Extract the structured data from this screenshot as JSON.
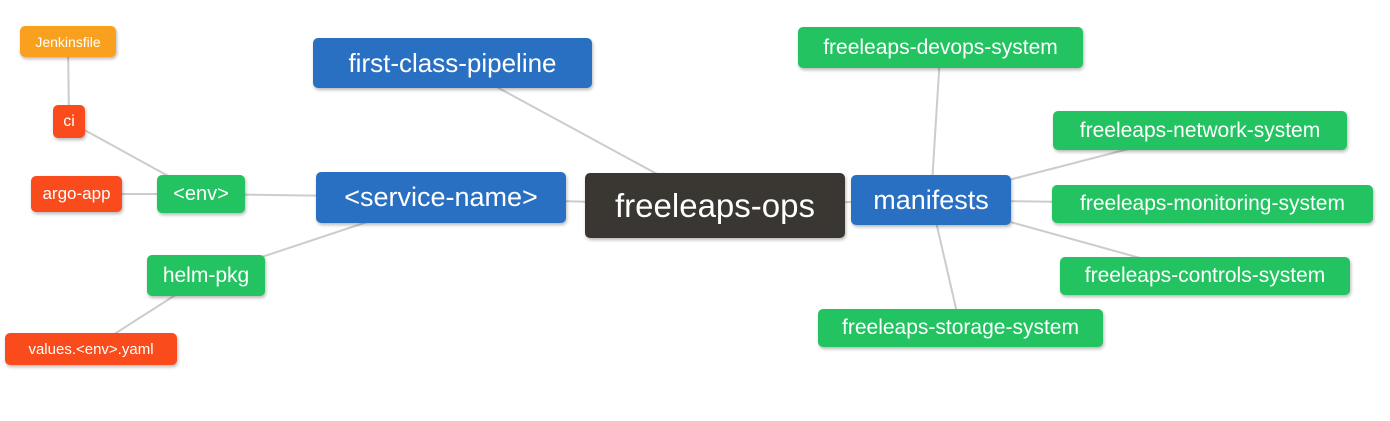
{
  "diagram": {
    "type": "mindmap",
    "nodes": {
      "jenkinsfile": {
        "label": "Jenkinsfile",
        "color_role": "orange"
      },
      "ci": {
        "label": "ci",
        "color_role": "red"
      },
      "argo_app": {
        "label": "argo-app",
        "color_role": "red"
      },
      "env": {
        "label": "<env>",
        "color_role": "green"
      },
      "helm_pkg": {
        "label": "helm-pkg",
        "color_role": "green"
      },
      "values_yaml": {
        "label": "values.<env>.yaml",
        "color_role": "red"
      },
      "first_class_pipeline": {
        "label": "first-class-pipeline",
        "color_role": "blue"
      },
      "service_name": {
        "label": "<service-name>",
        "color_role": "blue"
      },
      "freeleaps_ops": {
        "label": "freeleaps-ops",
        "color_role": "dark"
      },
      "manifests": {
        "label": "manifests",
        "color_role": "blue"
      },
      "devops_system": {
        "label": "freeleaps-devops-system",
        "color_role": "green"
      },
      "network_system": {
        "label": "freeleaps-network-system",
        "color_role": "green"
      },
      "monitoring_system": {
        "label": "freeleaps-monitoring-system",
        "color_role": "green"
      },
      "controls_system": {
        "label": "freeleaps-controls-system",
        "color_role": "green"
      },
      "storage_system": {
        "label": "freeleaps-storage-system",
        "color_role": "green"
      }
    },
    "edges": [
      [
        "jenkinsfile",
        "ci"
      ],
      [
        "ci",
        "env"
      ],
      [
        "argo_app",
        "env"
      ],
      [
        "env",
        "service_name"
      ],
      [
        "service_name",
        "helm_pkg"
      ],
      [
        "helm_pkg",
        "values_yaml"
      ],
      [
        "first_class_pipeline",
        "freeleaps_ops"
      ],
      [
        "service_name",
        "freeleaps_ops"
      ],
      [
        "freeleaps_ops",
        "manifests"
      ],
      [
        "manifests",
        "devops_system"
      ],
      [
        "manifests",
        "network_system"
      ],
      [
        "manifests",
        "monitoring_system"
      ],
      [
        "manifests",
        "controls_system"
      ],
      [
        "manifests",
        "storage_system"
      ]
    ],
    "palette": {
      "orange": "#F9A11E",
      "red": "#FA4B1D",
      "green": "#22C360",
      "blue": "#2A70C2",
      "dark": "#3A3632",
      "edge": "#CCCCCC",
      "text": "#FFFFFF",
      "background": "#FFFFFF"
    }
  }
}
